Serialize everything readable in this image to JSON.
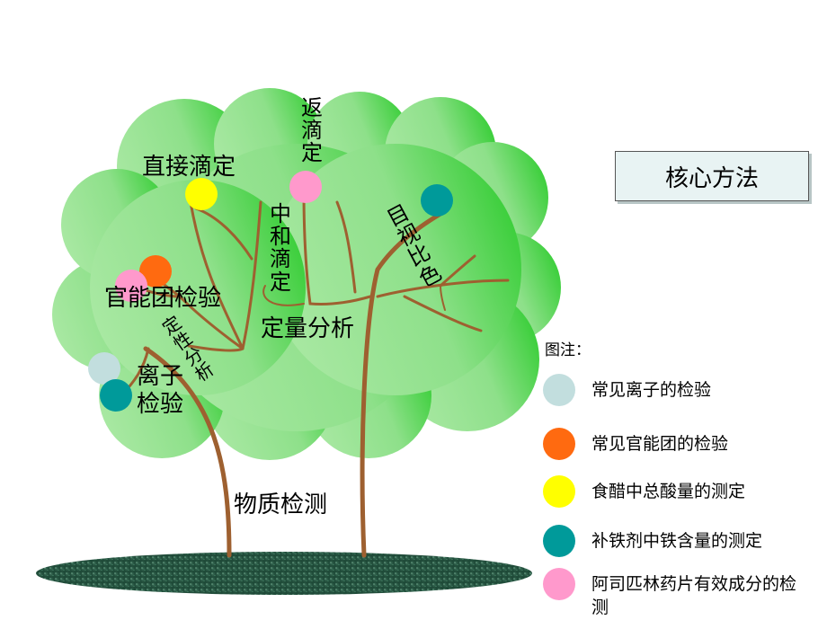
{
  "labels": {
    "direct_titration": "直接滴定",
    "back_titration": "返滴定",
    "neutralization_titration": "中和滴定",
    "visual_colorimetry": "目视比色",
    "functional_group_test": "官能团检验",
    "quantitative_analysis": "定量分析",
    "qualitative_analysis": "定性分析",
    "ion_test": "离子检验",
    "substance_detection": "物质检测"
  },
  "method_box": {
    "label": "核心方法"
  },
  "legend": {
    "title": "图注：",
    "items": [
      {
        "label": "常见离子的检验",
        "color": "#c2dede"
      },
      {
        "label": "常见官能团的检验",
        "color": "#ff6a10"
      },
      {
        "label": "食醋中总酸量的测定",
        "color": "#ffff00"
      },
      {
        "label": "补铁剂中铁含量的测定",
        "color": "#009a9a"
      },
      {
        "label": "阿司匹林药片有效成分的检测",
        "color": "#ff99cc"
      }
    ]
  },
  "colors": {
    "canopy_light": "#9fe49a",
    "canopy_dark": "#33cc33",
    "branch": "#9e6030",
    "ground": "#2c5c4a"
  }
}
